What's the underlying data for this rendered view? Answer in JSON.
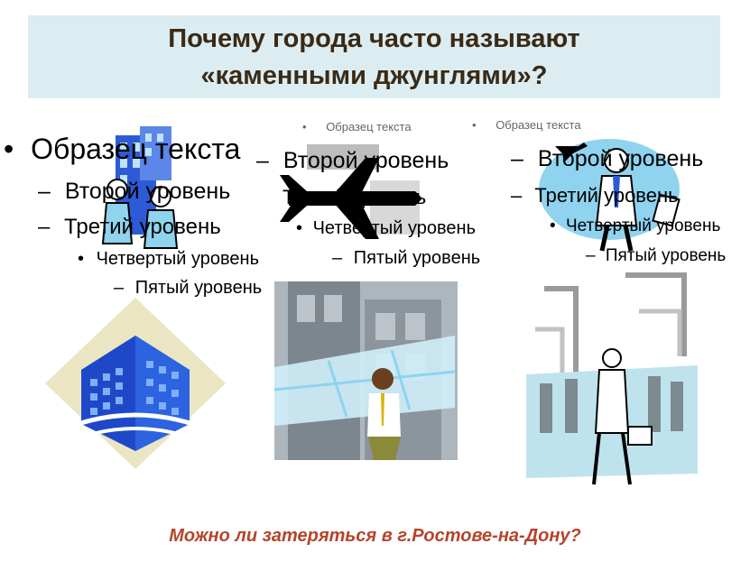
{
  "slide": {
    "title": "Почему города часто называют\n«каменными джунглями»?",
    "footer_question": "Можно ли затеряться в г.Ростове-на-Дону?"
  },
  "placeholders": {
    "left": {
      "level1": "Образец текста",
      "level2": "Второй уровень",
      "level3": "Третий уровень",
      "level4": "Четвертый уровень",
      "level5": "Пятый уровень"
    },
    "middle": {
      "level1": "Образец текста",
      "level2": "Второй уровень",
      "level3": "Третий уровень",
      "level4": "Четвертый уровень",
      "level5": "Пятый уровень"
    },
    "right": {
      "level1": "Образец текста",
      "level2": "Второй уровень",
      "level3": "Третий уровень",
      "level4": "Четвертый уровень",
      "level5": "Пятый уровень"
    }
  },
  "bullets": {
    "dot": "•",
    "dash": "–"
  },
  "colors": {
    "title_background": "#dcedf2",
    "title_text": "#3a2a14",
    "footer_text": "#b5442b",
    "clipart_blue": "#2d5bd6",
    "clipart_light_blue": "#8fd3ef",
    "clipart_gray": "#8a8a8a"
  },
  "icons": [
    "office-workers-clipart",
    "airplane-icon",
    "office-building-clipart",
    "skyscraper-man-clipart",
    "businessman-travel-clipart",
    "city-crowd-clipart"
  ]
}
